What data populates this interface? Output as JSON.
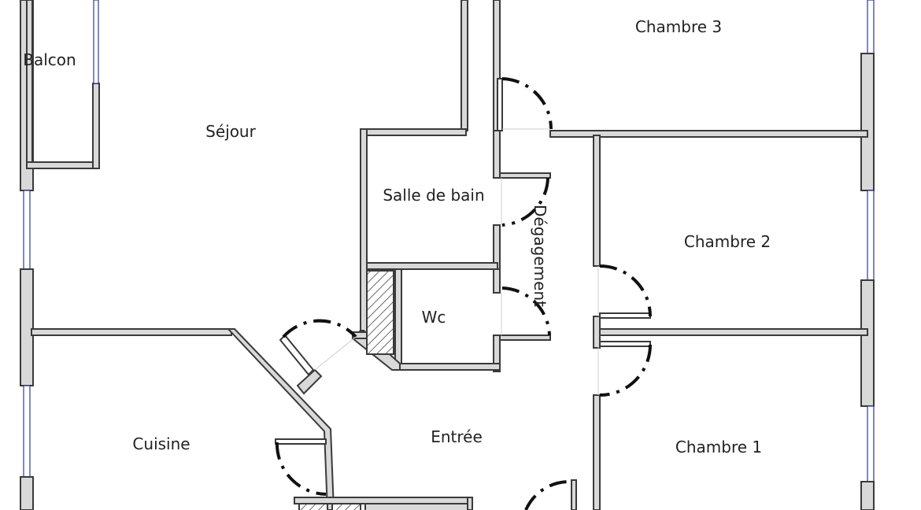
{
  "rooms": {
    "balcon": "Balcon",
    "sejour": "Séjour",
    "chambre3": "Chambre 3",
    "salle_de_bain": "Salle de bain",
    "degagement": "Dégagement",
    "chambre2": "Chambre 2",
    "wc": "Wc",
    "cuisine": "Cuisine",
    "entree": "Entrée",
    "chambre1": "Chambre 1"
  },
  "colors": {
    "wall_fill": "#d9d9d9",
    "wall_stroke": "#3a3a3a",
    "window": "#2f3a8f",
    "background": "#ffffff"
  }
}
